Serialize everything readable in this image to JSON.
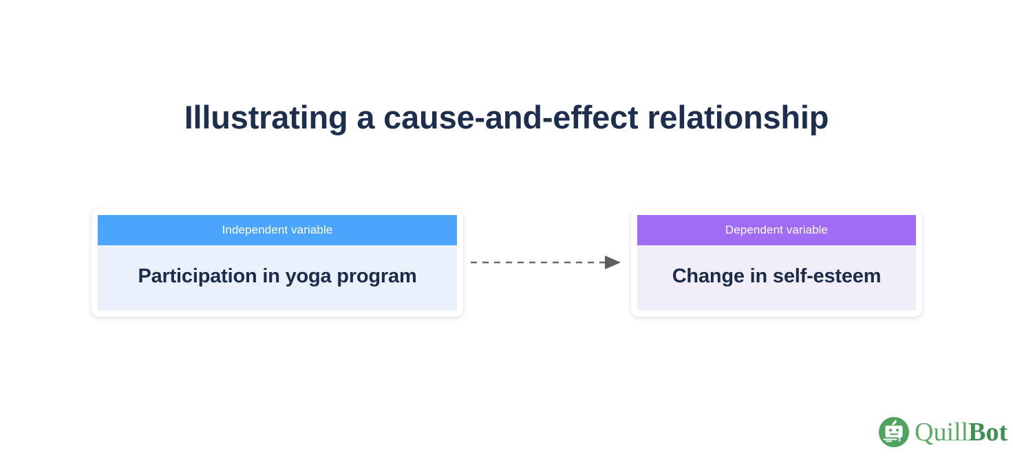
{
  "title": "Illustrating a cause-and-effect relationship",
  "diagram": {
    "type": "cause-and-effect",
    "nodes": [
      {
        "id": "independent",
        "header": "Independent variable",
        "body": "Participation in yoga program",
        "header_color": "#4aa5fb",
        "body_color": "#e9f1fd",
        "header_text_color": "#ffffff",
        "body_text_color": "#1b2b49"
      },
      {
        "id": "dependent",
        "header": "Dependent variable",
        "body": "Change in self-esteem",
        "header_color": "#a06bf5",
        "body_color": "#f1eefa",
        "header_text_color": "#ffffff",
        "body_text_color": "#1b2b49"
      }
    ],
    "connector": {
      "from": "independent",
      "to": "dependent",
      "style": "dashed",
      "arrowhead": "triangle-right",
      "color": "#6b6b6b"
    }
  },
  "branding": {
    "name_part_1": "Quill",
    "name_part_2": "Bot",
    "mark_color": "#4ea45f",
    "word_color_1": "#5aab63",
    "word_color_2": "#3d9150"
  },
  "colors": {
    "background": "#ffffff",
    "title": "#1e2e4f"
  }
}
